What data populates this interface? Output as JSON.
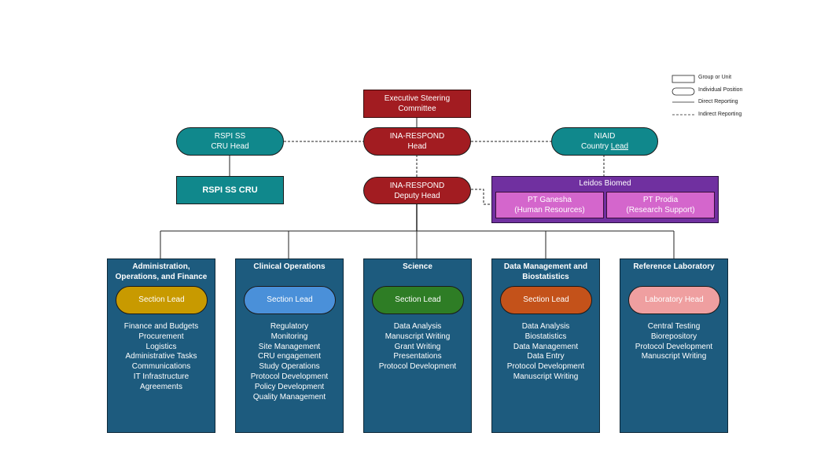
{
  "colors": {
    "leadership_red": "#a21c21",
    "partner_teal": "#10888c",
    "leidos_purple": "#7030a0",
    "pt_pink": "#d466cc",
    "section_blue": "#1d5b7e",
    "lead_admin": "#c89a00",
    "lead_clinical": "#4a90d9",
    "lead_science": "#2e7d25",
    "lead_data": "#c4521a",
    "lead_lab": "#ef9fa0"
  },
  "legend": {
    "group": "Group or Unit",
    "individual": "Individual Position",
    "direct": "Direct Reporting",
    "indirect": "Indirect Reporting"
  },
  "top": {
    "steering": [
      "Executive Steering",
      "Committee"
    ],
    "head": [
      "INA-RESPOND",
      "Head"
    ],
    "deputy": [
      "INA-RESPOND",
      "Deputy Head"
    ],
    "rspi_head": [
      "RSPI SS",
      "CRU Head"
    ],
    "rspi_cru": "RSPI SS CRU",
    "niaid": {
      "line1": "NIAID",
      "line2a": "Country ",
      "line2b": "Lead"
    }
  },
  "leidos": {
    "title": "Leidos Biomed",
    "ganesha": [
      "PT Ganesha",
      "(Human Resources)"
    ],
    "prodia": [
      "PT Prodia",
      "(Research Support)"
    ]
  },
  "sections": [
    {
      "title": [
        "Administration,",
        "Operations, and Finance"
      ],
      "lead": "Section Lead",
      "duties": [
        "Finance and Budgets",
        "Procurement",
        "Logistics",
        "Administrative Tasks",
        "Communications",
        "IT Infrastructure",
        "Agreements"
      ]
    },
    {
      "title": [
        "Clinical Operations"
      ],
      "lead": "Section Lead",
      "duties": [
        "Regulatory",
        "Monitoring",
        "Site Management",
        "CRU engagement",
        "Study Operations",
        "Protocol Development",
        "Policy Development",
        "Quality Management"
      ]
    },
    {
      "title": [
        "Science"
      ],
      "lead": "Section Lead",
      "duties": [
        "Data Analysis",
        "Manuscript Writing",
        "Grant Writing",
        "Presentations",
        "Protocol Development"
      ]
    },
    {
      "title": [
        "Data Management and",
        "Biostatistics"
      ],
      "lead": "Section Lead",
      "duties": [
        "Data Analysis",
        "Biostatistics",
        "Data Management",
        "Data Entry",
        "Protocol Development",
        "Manuscript Writing"
      ]
    },
    {
      "title": [
        "Reference Laboratory"
      ],
      "lead": "Laboratory Head",
      "duties": [
        "Central Testing",
        "Biorepository",
        "Protocol Development",
        "Manuscript Writing"
      ]
    }
  ]
}
